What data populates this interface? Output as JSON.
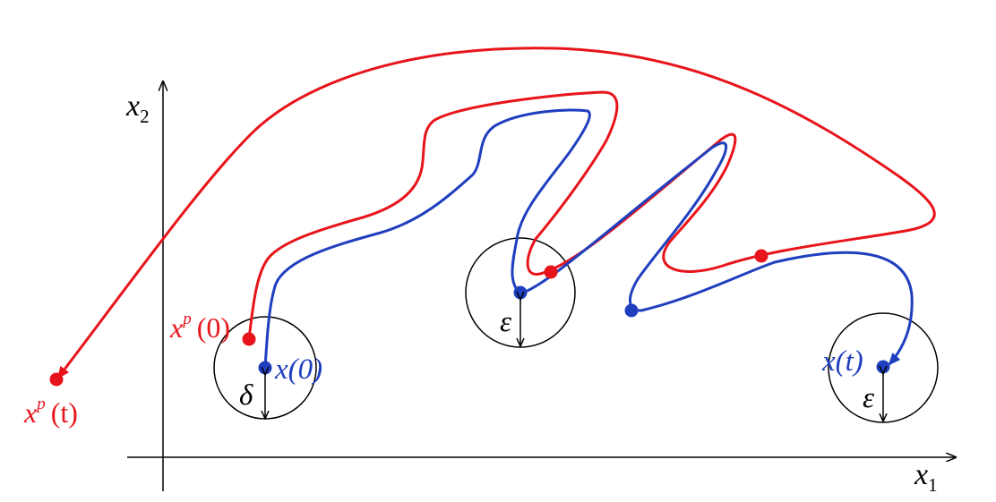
{
  "axes": {
    "x_label": "x",
    "x_subscript": "1",
    "y_label": "x",
    "y_subscript": "2"
  },
  "labels": {
    "perturbed_start": {
      "base": "x",
      "superscript": "p",
      "argument": "(0)"
    },
    "perturbed_end": {
      "base": "x",
      "superscript": "p",
      "argument": "(t)"
    },
    "nominal_start": "x(0)",
    "nominal_end": "x(t)",
    "delta": "δ",
    "epsilon_middle": "ε",
    "epsilon_end": "ε"
  },
  "colors": {
    "perturbed": "#e8141b",
    "nominal": "#1f3fbf",
    "axis": "#000000",
    "circle": "#000000"
  }
}
